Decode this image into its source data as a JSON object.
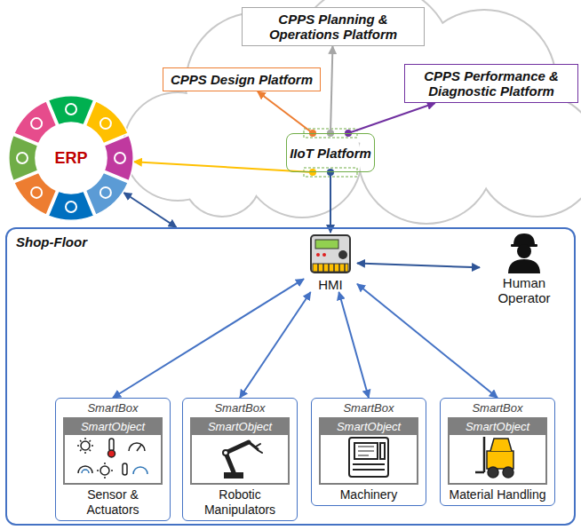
{
  "diagram": {
    "nodes": [
      {
        "text": [
          "CPPS Planning & Operations Platform"
        ]
      },
      {
        "text": [
          "CPPS Design Platform"
        ]
      },
      {
        "text": [
          "CPPS Performance & Diagnostic Platform"
        ]
      },
      {
        "text": [
          "IIoT Platform"
        ]
      },
      {
        "text": [
          "ERP"
        ]
      },
      {
        "text": [
          "Shop-Floor"
        ]
      },
      {
        "text": [
          "HMI"
        ],
        "in": 5
      },
      {
        "text": [
          "Human Operator"
        ],
        "in": 5
      },
      {
        "text": [
          "SmartBox",
          "Sensor & Actuators"
        ],
        "in": 5
      },
      {
        "text": [
          "SmartObject"
        ],
        "in": 8
      },
      {
        "text": [
          "SmartBox",
          "Robotic Manipulators"
        ],
        "in": 5
      },
      {
        "text": [
          "SmartObject"
        ],
        "in": 10
      },
      {
        "text": [
          "SmartBox",
          "Machinery"
        ],
        "in": 5
      },
      {
        "text": [
          "SmartObject"
        ],
        "in": 12
      },
      {
        "text": [
          "SmartBox",
          "Material Handling"
        ],
        "in": 5
      },
      {
        "text": [
          "SmartObject"
        ],
        "in": 14
      }
    ],
    "edges": [
      {
        "from": 3,
        "to": 1,
        "arrow": "to"
      },
      {
        "from": 3,
        "to": 0,
        "arrow": "to"
      },
      {
        "from": 3,
        "to": 2,
        "arrow": "to"
      },
      {
        "from": 3,
        "to": 4,
        "arrow": "to"
      },
      {
        "from": 3,
        "to": 6,
        "arrow": "to"
      },
      {
        "from": 4,
        "to": 5,
        "arrow": "both"
      },
      {
        "from": 6,
        "to": 7,
        "arrow": "both"
      },
      {
        "from": 6,
        "to": 8,
        "arrow": "both"
      },
      {
        "from": 6,
        "to": 10,
        "arrow": "both"
      },
      {
        "from": 6,
        "to": 12,
        "arrow": "both"
      },
      {
        "from": 6,
        "to": 14,
        "arrow": "both"
      }
    ]
  }
}
